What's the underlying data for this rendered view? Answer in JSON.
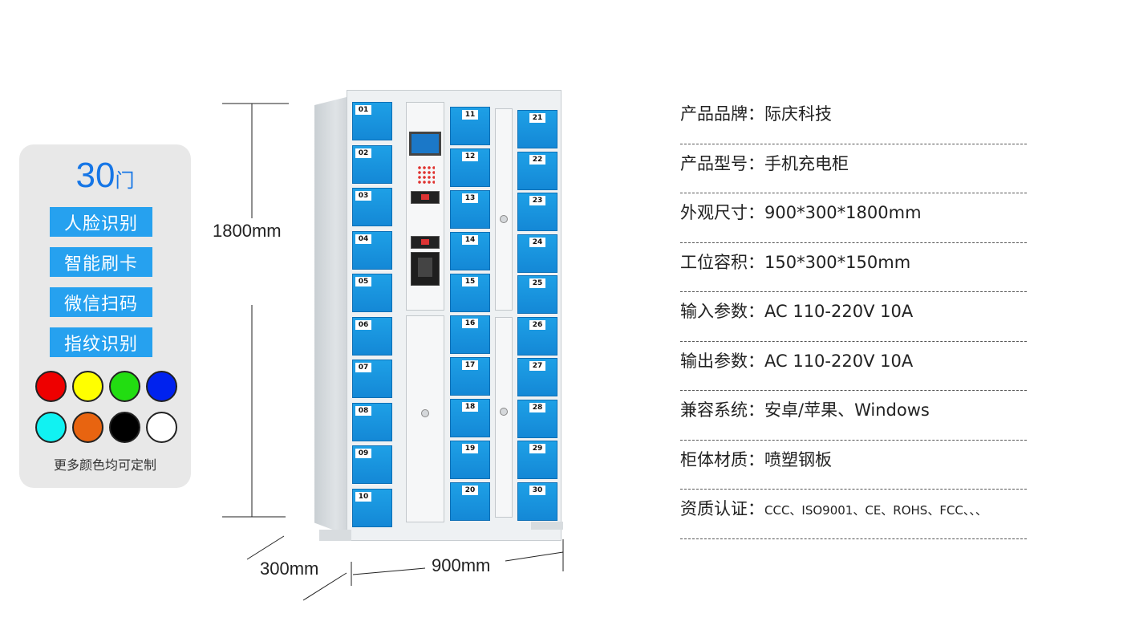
{
  "options": {
    "door_count": "30",
    "door_unit": "门",
    "features": [
      "人脸识别",
      "智能刷卡",
      "微信扫码",
      "指纹识别"
    ],
    "colors": [
      "#ee0000",
      "#ffff00",
      "#22dd11",
      "#0022ee",
      "#11f2f2",
      "#e86410",
      "#000000",
      "#ffffff"
    ],
    "note": "更多颜色均可定制"
  },
  "dimensions": {
    "height": "1800mm",
    "depth": "300mm",
    "width": "900mm"
  },
  "cabinet": {
    "left_column": [
      "01",
      "02",
      "03",
      "04",
      "05",
      "06",
      "07",
      "08",
      "09",
      "10"
    ],
    "middle_column": [
      "11",
      "12",
      "13",
      "14",
      "15",
      "16",
      "17",
      "18",
      "19",
      "20"
    ],
    "right_column": [
      "21",
      "22",
      "23",
      "24",
      "25",
      "26",
      "27",
      "28",
      "29",
      "30"
    ]
  },
  "specs": [
    {
      "text": "产品品牌：际庆科技"
    },
    {
      "text": "产品型号：手机充电柜"
    },
    {
      "text": "外观尺寸：900*300*1800mm"
    },
    {
      "text": "工位容积：150*300*150mm"
    },
    {
      "text": "输入参数：AC 110-220V 10A"
    },
    {
      "text": "输出参数：AC 110-220V 10A"
    },
    {
      "text": "兼容系统：安卓/苹果、Windows"
    },
    {
      "text": "柜体材质：喷塑钢板"
    },
    {
      "label": "资质认证：",
      "value": "CCC、ISO9001、CE、ROHS、FCC、、、"
    }
  ]
}
